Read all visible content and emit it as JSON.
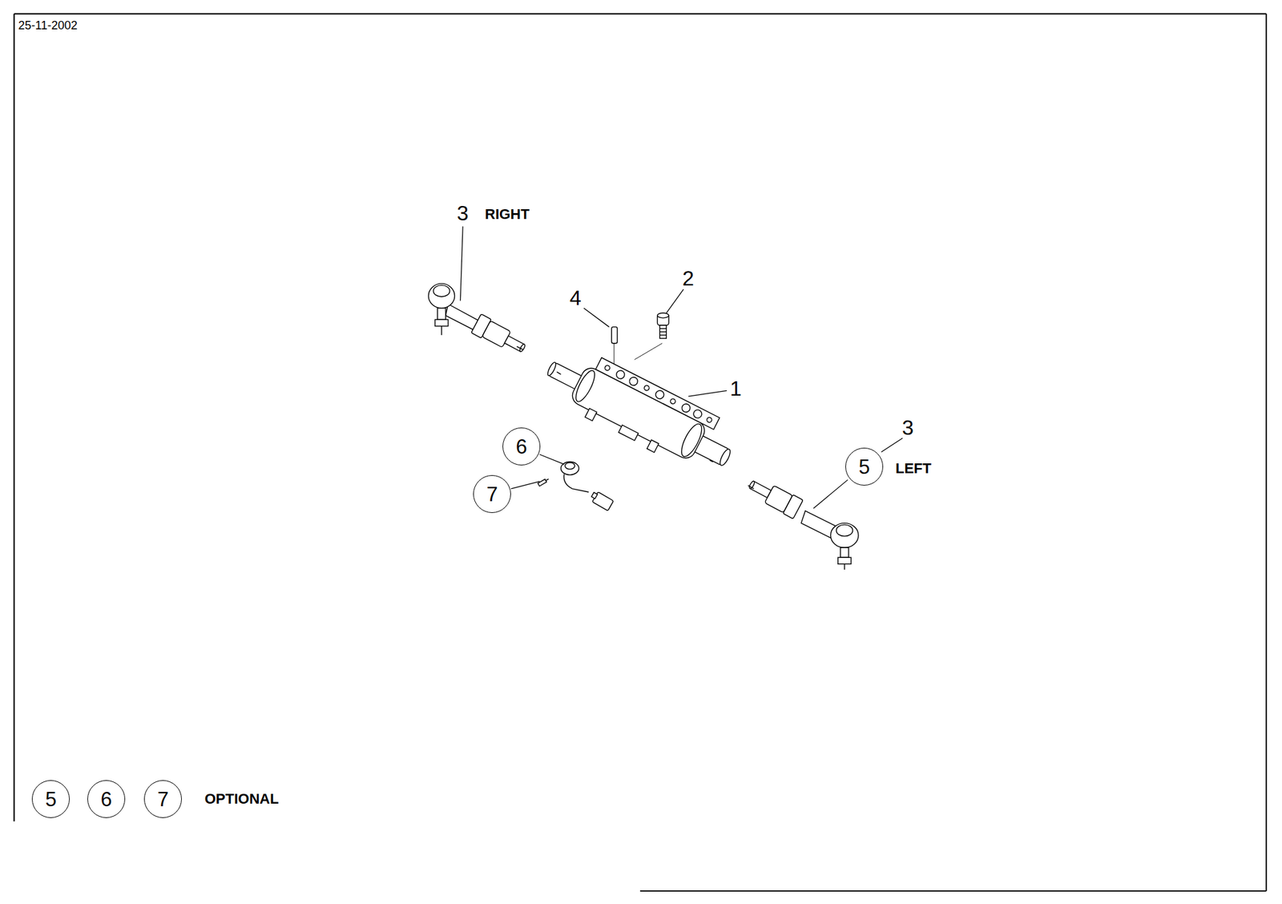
{
  "diagram": {
    "nodes": [
      {
        "text": [
          "6"
        ]
      },
      {
        "text": [
          "5"
        ]
      },
      {
        "text": [
          "7"
        ]
      },
      {
        "text": [
          "5"
        ]
      },
      {
        "text": [
          "6"
        ]
      },
      {
        "text": [
          "7"
        ]
      }
    ],
    "labels": [
      "25-11-2002",
      "3",
      "RIGHT",
      "4",
      "2",
      "1",
      "3",
      "LEFT",
      "OPTIONAL"
    ]
  }
}
